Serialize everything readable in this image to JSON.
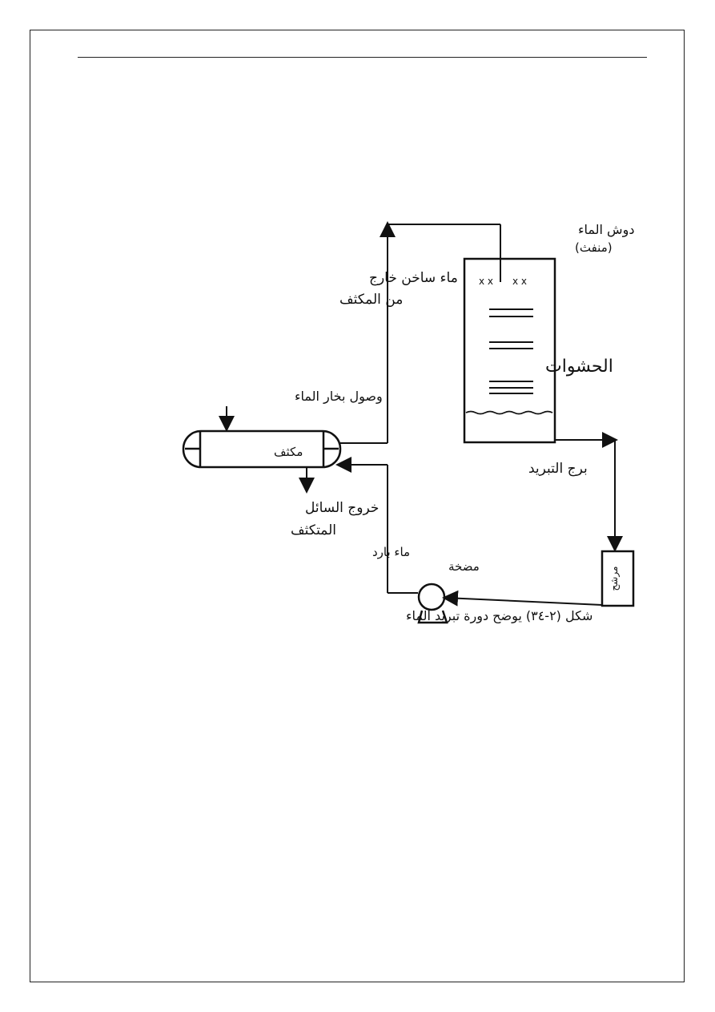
{
  "diagram": {
    "labels": {
      "water_spray": "دوش الماء",
      "water_spray_note": "(منفث)",
      "hot_water_line1": "ماء ساخن خارج",
      "hot_water_line2": "من المكثف",
      "packing": "الحشوات",
      "steam_inlet": "وصول بخار الماء",
      "condenser": "مكثف",
      "condensate_line1": "خروج السائل",
      "condensate_line2": "المتكثف",
      "cooling_tower": "برج التبريد",
      "cold_water": "ماء بارد",
      "pump": "مضخة",
      "filter": "مرشح",
      "caption": "شكل (٢-٣٤) يوضح دورة تبريد الماء"
    }
  }
}
